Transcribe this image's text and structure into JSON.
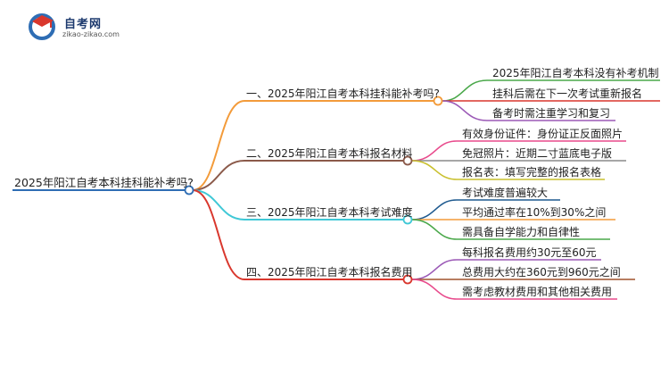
{
  "brand": {
    "name": "自考网",
    "url": "zikao-zikao.com"
  },
  "root": {
    "label": "2025年阳江自考本科挂科能补考吗?",
    "color": "#2e6db4"
  },
  "branches": [
    {
      "label": "一、2025年阳江自考本科挂科能补考吗?",
      "color": "#f39b3a",
      "leaves": [
        {
          "label": "2025年阳江自考本科没有补考机制",
          "color": "#4aa84a"
        },
        {
          "label": "挂科后需在下一次考试重新报名",
          "color": "#d9372d"
        },
        {
          "label": "备考时需注重学习和复习",
          "color": "#9b59b6"
        }
      ]
    },
    {
      "label": "二、2025年阳江自考本科报名材料",
      "color": "#8b5a4a",
      "leaves": [
        {
          "label": "有效身份证件：身份证正反面照片",
          "color": "#e84a8c"
        },
        {
          "label": "免冠照片：近期二寸蓝底电子版",
          "color": "#8a8a8a"
        },
        {
          "label": "报名表：填写完整的报名表格",
          "color": "#c9c02e"
        }
      ]
    },
    {
      "label": "三、2025年阳江自考本科考试难度",
      "color": "#3fc8d6",
      "leaves": [
        {
          "label": "考试难度普遍较大",
          "color": "#1f5a8f"
        },
        {
          "label": "平均通过率在10%到30%之间",
          "color": "#f39b3a"
        },
        {
          "label": "需具备自学能力和自律性",
          "color": "#4aa84a"
        }
      ]
    },
    {
      "label": "四、2025年阳江自考本科报名费用",
      "color": "#d9372d",
      "leaves": [
        {
          "label": "每科报名费用约30元至60元",
          "color": "#9b59b6"
        },
        {
          "label": "总费用大约在360元到960元之间",
          "color": "#a0522d"
        },
        {
          "label": "需考虑教材费用和其他相关费用",
          "color": "#e84a8c"
        }
      ]
    }
  ]
}
